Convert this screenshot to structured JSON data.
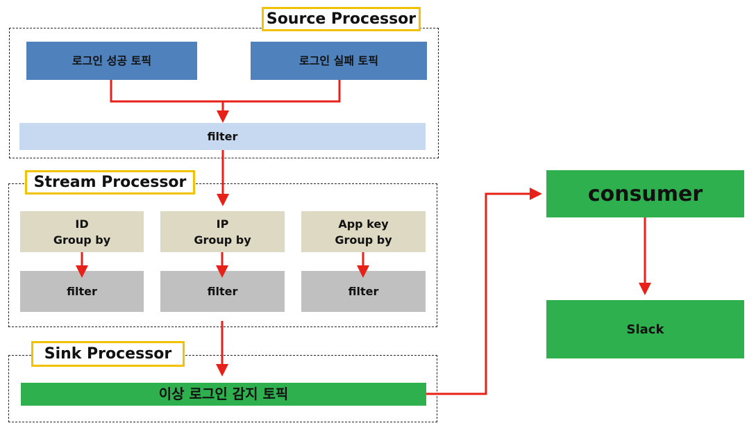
{
  "colors": {
    "source_topic_fill": "#4f81bd",
    "source_filter_fill": "#c6d9f0",
    "groupby_fill": "#ddd9c3",
    "stream_filter_fill": "#c0c0c0",
    "green_fill": "#2fb04e",
    "arrow": "#e8201a",
    "label_border": "#f2c200"
  },
  "source_processor": {
    "label": "Source Processor",
    "topics": [
      "로그인 성공 토픽",
      "로그인 실패 토픽"
    ],
    "filter_label": "filter"
  },
  "stream_processor": {
    "label": "Stream Processor",
    "columns": [
      {
        "group_line1": "ID",
        "group_line2": "Group by",
        "filter_label": "filter"
      },
      {
        "group_line1": "IP",
        "group_line2": "Group by",
        "filter_label": "filter"
      },
      {
        "group_line1": "App key",
        "group_line2": "Group by",
        "filter_label": "filter"
      }
    ]
  },
  "sink_processor": {
    "label": "Sink Processor",
    "topic_label": "이상 로그인 감지 토픽"
  },
  "consumer": {
    "label": "consumer"
  },
  "slack": {
    "label": "Slack"
  }
}
